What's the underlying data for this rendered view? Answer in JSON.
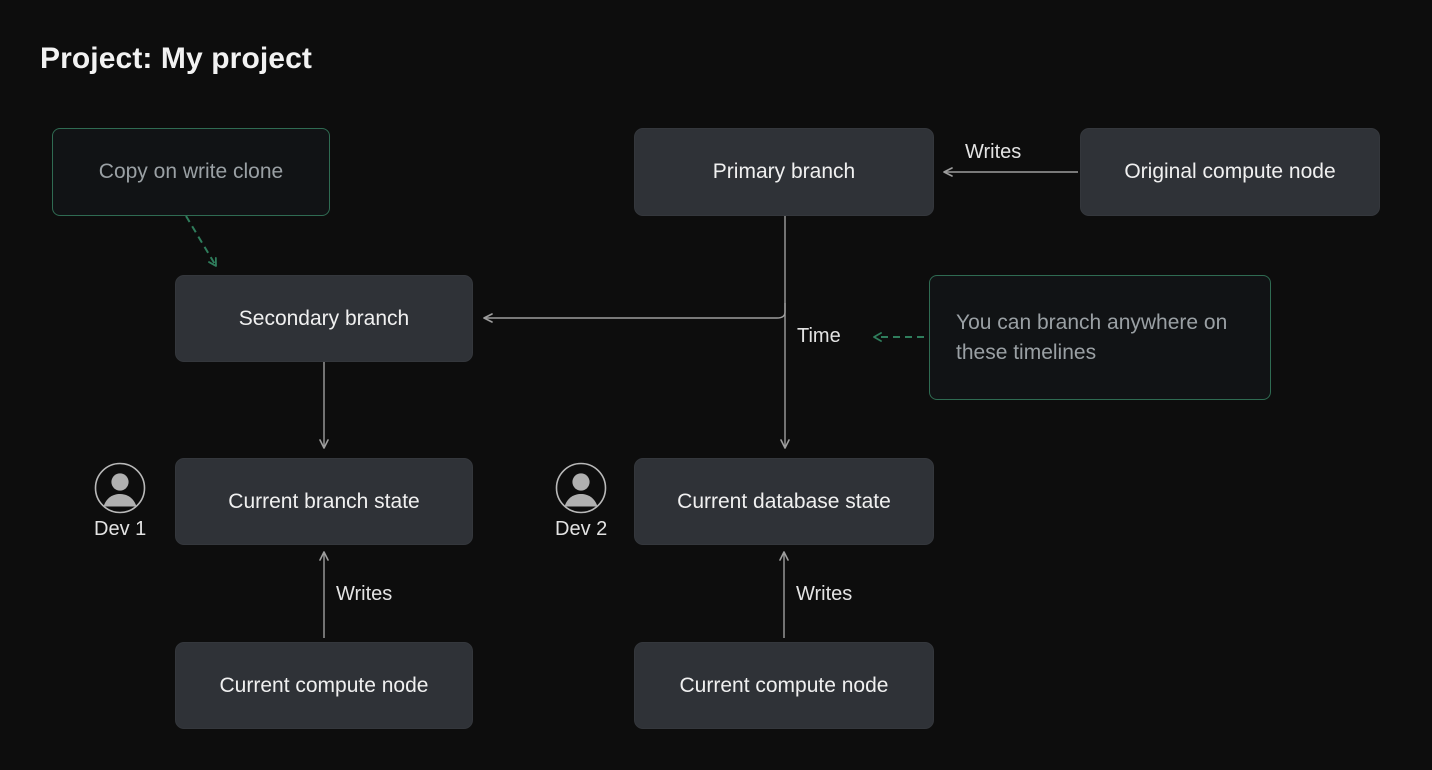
{
  "page": {
    "title": "Project: My project",
    "background_color": "#0d0d0d",
    "node_fill_color": "#2f3237",
    "accent_green": "#2f6b52",
    "edge_color": "#9d9d9d"
  },
  "nodes": {
    "copy_on_write_clone": {
      "label": "Copy on write clone",
      "style": "outlined-green"
    },
    "primary_branch": {
      "label": "Primary branch",
      "style": "solid"
    },
    "original_compute_node": {
      "label": "Original compute node",
      "style": "solid"
    },
    "secondary_branch": {
      "label": "Secondary branch",
      "style": "solid"
    },
    "branch_anywhere_note": {
      "label": "You can branch anywhere on these timelines",
      "style": "outlined-green"
    },
    "current_branch_state": {
      "label": "Current branch state",
      "style": "solid"
    },
    "current_database_state": {
      "label": "Current database state",
      "style": "solid"
    },
    "current_compute_node_left": {
      "label": "Current compute node",
      "style": "solid"
    },
    "current_compute_node_right": {
      "label": "Current compute node",
      "style": "solid"
    }
  },
  "edge_labels": {
    "writes_top": "Writes",
    "time": "Time",
    "writes_left": "Writes",
    "writes_right": "Writes"
  },
  "actors": [
    {
      "name": "Dev 1",
      "icon": "user-avatar-icon"
    },
    {
      "name": "Dev 2",
      "icon": "user-avatar-icon"
    }
  ],
  "diagram_data": {
    "type": "diagram",
    "edges": [
      {
        "from": "original_compute_node",
        "to": "primary_branch",
        "label": "Writes",
        "style": "solid",
        "direction": "left"
      },
      {
        "from": "copy_on_write_clone",
        "to": "secondary_branch",
        "label": "",
        "style": "dashed-green",
        "direction": "down-right"
      },
      {
        "from": "primary_branch",
        "to": "secondary_branch",
        "label": "",
        "style": "solid-elbow",
        "direction": "left"
      },
      {
        "from": "primary_branch",
        "to": "current_database_state",
        "label": "Time",
        "style": "solid",
        "direction": "down"
      },
      {
        "from": "secondary_branch",
        "to": "current_branch_state",
        "label": "",
        "style": "solid",
        "direction": "down"
      },
      {
        "from": "branch_anywhere_note",
        "to": "time_axis",
        "label": "",
        "style": "dashed-green",
        "direction": "left"
      },
      {
        "from": "current_compute_node_left",
        "to": "current_branch_state",
        "label": "Writes",
        "style": "solid",
        "direction": "up"
      },
      {
        "from": "current_compute_node_right",
        "to": "current_database_state",
        "label": "Writes",
        "style": "solid",
        "direction": "up"
      }
    ]
  }
}
